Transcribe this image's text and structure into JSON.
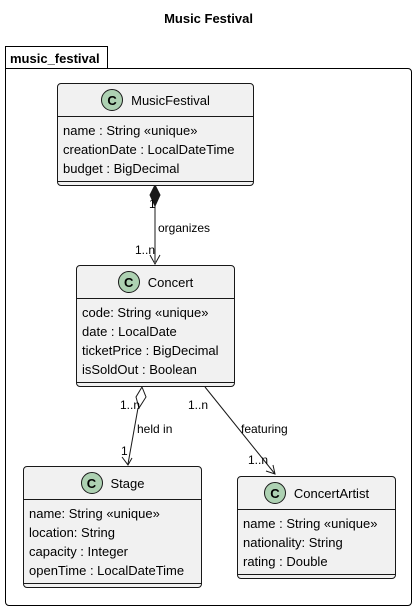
{
  "diagram": {
    "title": "Music Festival",
    "package": "music_festival",
    "classes": {
      "musicfestival": {
        "name": "MusicFestival",
        "stereotype": "C",
        "attributes": [
          "name : String «unique»",
          "creationDate : LocalDateTime",
          "budget : BigDecimal"
        ]
      },
      "concert": {
        "name": "Concert",
        "stereotype": "C",
        "attributes": [
          "code: String «unique»",
          "date : LocalDate",
          "ticketPrice : BigDecimal",
          "isSoldOut : Boolean"
        ]
      },
      "stage": {
        "name": "Stage",
        "stereotype": "C",
        "attributes": [
          "name: String «unique»",
          "location: String",
          "capacity : Integer",
          "openTime : LocalDateTime"
        ]
      },
      "concertartist": {
        "name": "ConcertArtist",
        "stereotype": "C",
        "attributes": [
          "name : String «unique»",
          "nationality: String",
          "rating : Double"
        ]
      }
    },
    "relations": {
      "organizes": {
        "label": "organizes",
        "source_mult": "1",
        "target_mult": "1..n",
        "kind": "composition"
      },
      "held_in": {
        "label": "held in",
        "source_mult": "1..n",
        "target_mult": "1",
        "kind": "aggregation"
      },
      "featuring": {
        "label": "featuring",
        "source_mult": "1..n",
        "target_mult": "1..n",
        "kind": "association"
      }
    }
  }
}
